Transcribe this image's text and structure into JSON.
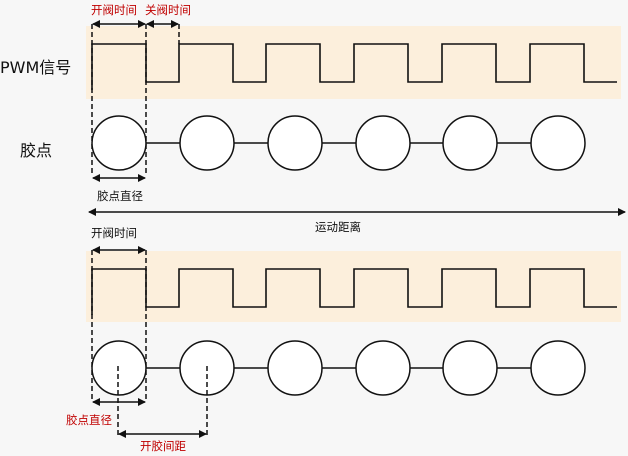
{
  "top": {
    "open_time_label": "开阀时间",
    "close_time_label": "关阀时间",
    "pwm_label": "PWM信号",
    "dot_label": "胶点",
    "dot_diameter_label": "胶点直径"
  },
  "axis": {
    "label": "运动距离"
  },
  "bottom": {
    "open_time_label": "开阀时间",
    "dot_diameter_label": "胶点直径",
    "dot_spacing_label": "开胶间距"
  },
  "colors": {
    "band": "#fcefdc",
    "highlight_text": "#c00000"
  }
}
